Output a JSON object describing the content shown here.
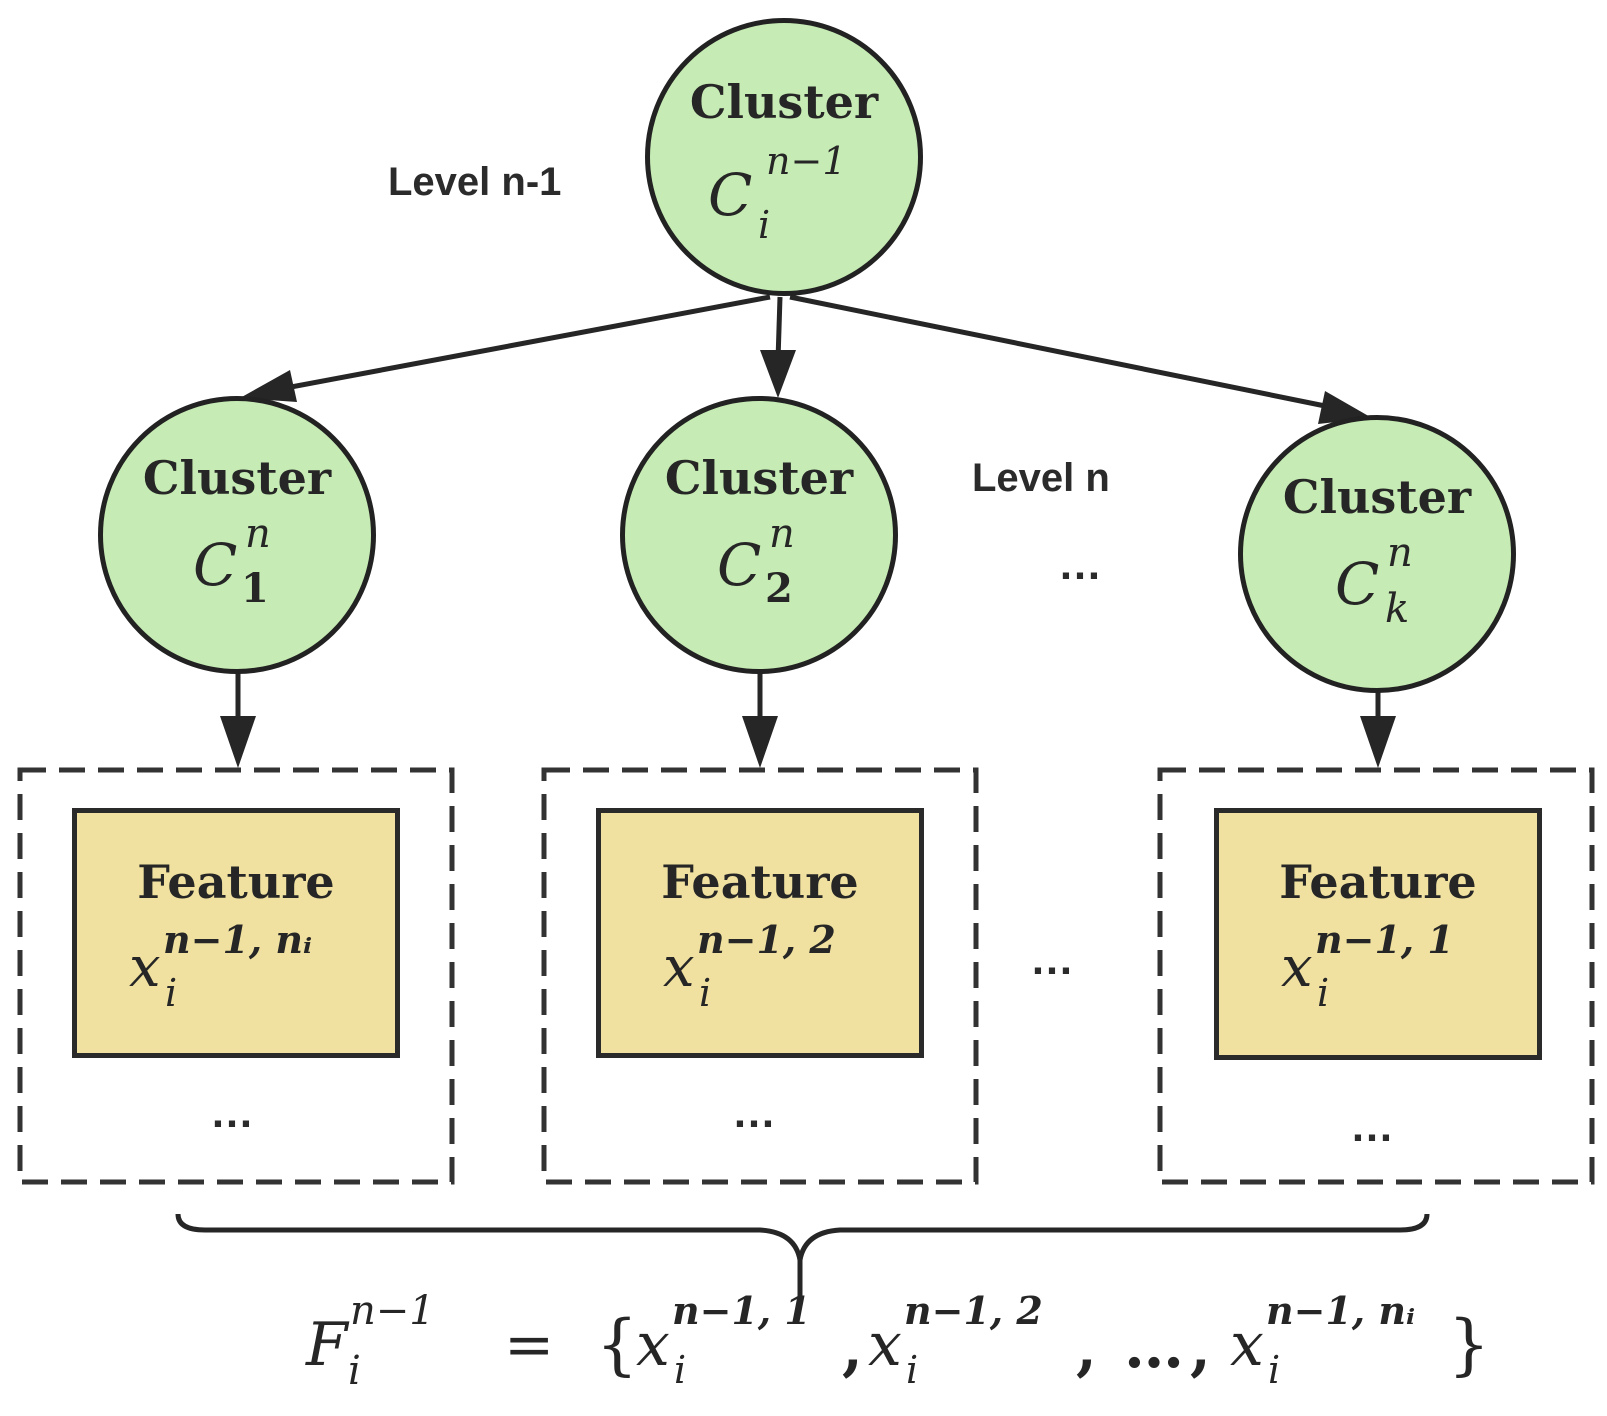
{
  "colors": {
    "cluster_fill": "#c6ebb4",
    "feature_fill": "#f0e1a0",
    "stroke": "#222222",
    "text": "#262626"
  },
  "levels": {
    "top": "Level n-1",
    "bottom": "Level n"
  },
  "root": {
    "title": "Cluster",
    "symbol": "C",
    "sub": "i",
    "sup": "n−1"
  },
  "clusters": [
    {
      "title": "Cluster",
      "symbol": "C",
      "sub": "1",
      "sup": "n"
    },
    {
      "title": "Cluster",
      "symbol": "C",
      "sub": "2",
      "sup": "n"
    },
    {
      "title": "Cluster",
      "symbol": "C",
      "sub": "k",
      "sup": "n"
    }
  ],
  "features": [
    {
      "title": "Feature",
      "symbol": "x",
      "sub": "i",
      "sup": "n−1, nᵢ"
    },
    {
      "title": "Feature",
      "symbol": "x",
      "sub": "i",
      "sup": "n−1, 2"
    },
    {
      "title": "Feature",
      "symbol": "x",
      "sub": "i",
      "sup": "n−1, 1"
    }
  ],
  "ellipsis": "…",
  "formula": {
    "lhs_symbol": "F",
    "lhs_sub": "i",
    "lhs_sup": "n−1",
    "equals": "=",
    "open_brace": "{",
    "close_brace": "}",
    "comma": ",",
    "terms": [
      {
        "symbol": "x",
        "sub": "i",
        "sup": "n−1, 1"
      },
      {
        "symbol": "x",
        "sub": "i",
        "sup": "n−1, 2"
      },
      {
        "symbol": "x",
        "sub": "i",
        "sup": "n−1, nᵢ"
      }
    ]
  }
}
